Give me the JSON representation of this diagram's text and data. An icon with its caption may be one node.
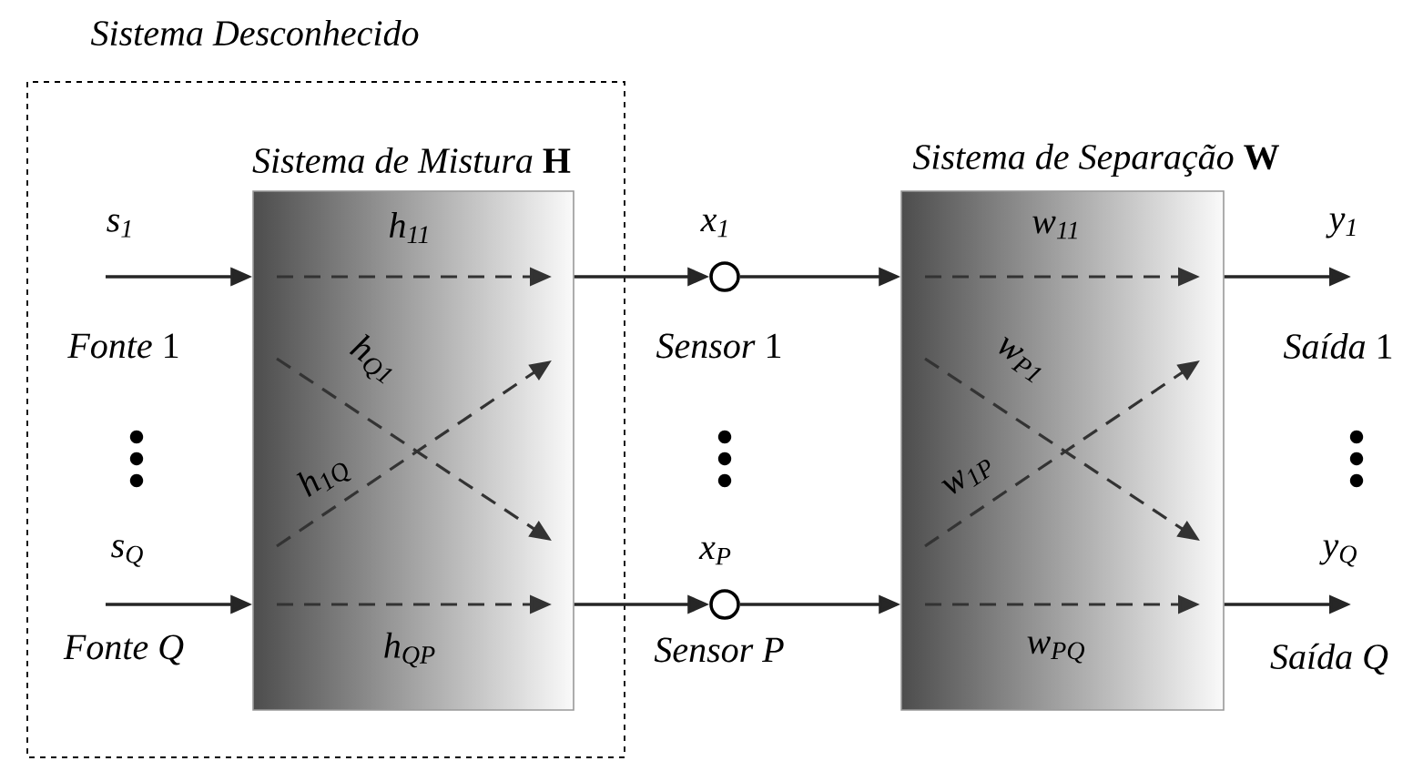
{
  "diagram": {
    "nodes": [
      {
        "text": [
          "Sistema Desconhecido"
        ]
      },
      {
        "text": [
          "*Sistema de Mistura* **H**"
        ],
        "in": 0
      },
      {
        "text": [],
        "shape": "circle",
        "beside": [
          "x$_{1}$",
          "*Sensor* 1"
        ]
      },
      {
        "text": [],
        "shape": "circle",
        "beside": [
          "x$_{P}$",
          "Sensor P"
        ]
      },
      {
        "text": [
          "*Sistema de Separação* **W**"
        ]
      }
    ],
    "edges": [
      {
        "from": null,
        "to": 1,
        "arrow": "to",
        "label": "s$_{1}$"
      },
      {
        "from": null,
        "to": 1,
        "arrow": "to",
        "label": "s$_{Q}$"
      },
      {
        "from": 1,
        "to": 2,
        "arrow": "to"
      },
      {
        "from": 1,
        "to": 3,
        "arrow": "to"
      },
      {
        "from": 2,
        "to": 4,
        "arrow": "to"
      },
      {
        "from": 3,
        "to": 4,
        "arrow": "to"
      },
      {
        "from": 4,
        "to": null,
        "arrow": "to",
        "label": "y$_{1}$"
      },
      {
        "from": 4,
        "to": null,
        "arrow": "to",
        "label": "y$_{Q}$"
      }
    ],
    "labels": [
      "*Fonte* 1",
      "Fonte Q",
      "h$_{11}$",
      "h$_{Q1}$",
      "h$_{1Q}$",
      "h$_{QP}$",
      "w$_{11}$",
      "w$_{P1}$",
      "w$_{1P}$",
      "w$_{PQ}$",
      "*Saída* 1",
      "Saída Q"
    ]
  }
}
